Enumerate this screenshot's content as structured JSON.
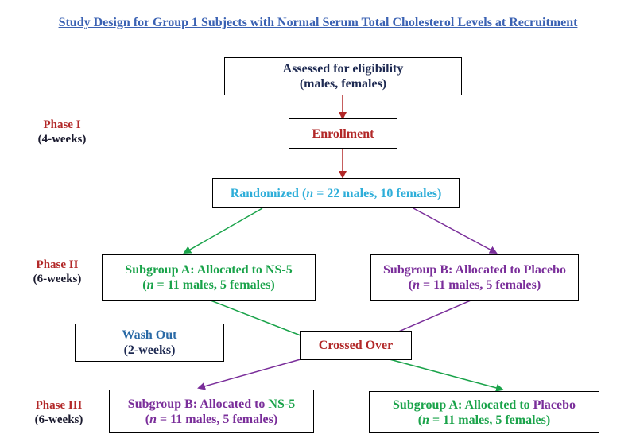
{
  "title": "Study Design for Group 1 Subjects with Normal Serum Total Cholesterol Levels at Recruitment",
  "phases": {
    "phase1": {
      "name": "Phase I",
      "duration": "(4-weeks)"
    },
    "phase2": {
      "name": "Phase II",
      "duration": "(6-weeks)"
    },
    "phase3": {
      "name": "Phase III",
      "duration": "(6-weeks)"
    }
  },
  "boxes": {
    "assessed": {
      "line1": "Assessed for eligibility",
      "line2": "(males, females)"
    },
    "enrollment": {
      "label": "Enrollment"
    },
    "randomized": {
      "prefix": "Randomized (",
      "n": "n",
      "rest": " = 22  males, 10 females)"
    },
    "sub_a_ns5": {
      "line1": "Subgroup A: Allocated to NS-5",
      "n": "n",
      "line2_rest": " = 11 males, 5 females)",
      "line2_open": "("
    },
    "sub_b_placebo": {
      "line1": "Subgroup B: Allocated to Placebo",
      "n": "n",
      "line2_rest": " = 11 males, 5 females)",
      "line2_open": "("
    },
    "washout": {
      "line1": "Wash Out",
      "line2": "(2-weeks)"
    },
    "crossed": {
      "label": "Crossed Over"
    },
    "sub_b_ns5": {
      "line1_a": "Subgroup B: Allocated to ",
      "line1_b": "NS-5",
      "n": "n",
      "line2_rest": " = 11 males, 5 females)",
      "line2_open": "("
    },
    "sub_a_placebo": {
      "line1_a": "Subgroup A: Allocated to ",
      "line1_b": "Placebo",
      "n": "n",
      "line2_rest": " = 11 males, 5 females)",
      "line2_open": "("
    }
  },
  "colors": {
    "red": "#b22828",
    "green": "#1aa34a",
    "purple": "#7a2e9a",
    "cyan": "#2eaed9",
    "navy": "#1e2a52"
  }
}
